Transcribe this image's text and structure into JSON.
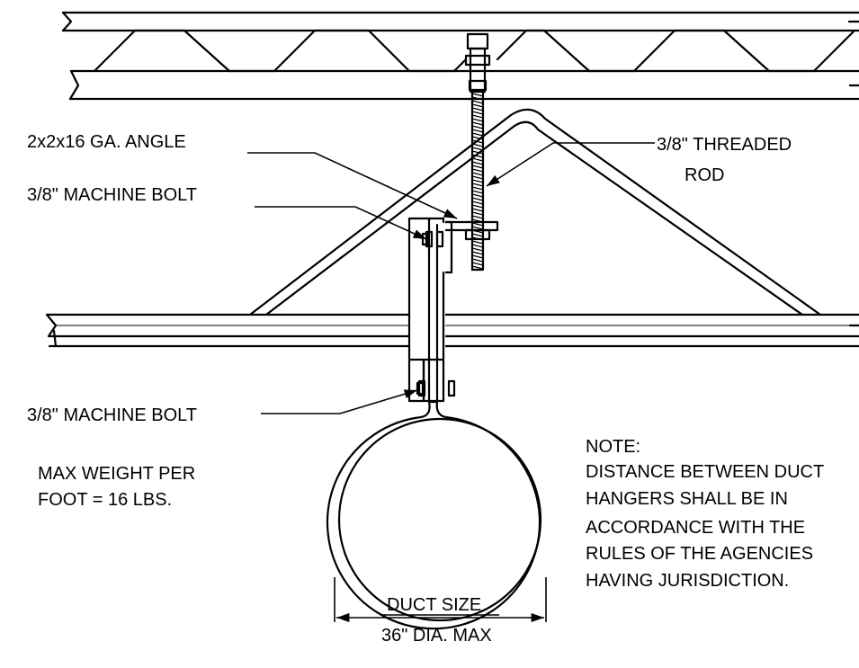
{
  "labels": {
    "angle": "2x2x16 GA. ANGLE",
    "bolt_top": "3/8\" MACHINE BOLT",
    "bolt_bottom": "3/8\" MACHINE BOLT",
    "rod_line1": "3/8\" THREADED",
    "rod_line2": "ROD",
    "weight_line1": "MAX WEIGHT PER",
    "weight_line2": "FOOT = 16 LBS.",
    "note_title": "NOTE:",
    "note_line1": "DISTANCE BETWEEN DUCT",
    "note_line2": "HANGERS SHALL BE IN",
    "note_line3": "ACCORDANCE WITH THE",
    "note_line4": "RULES OF THE AGENCIES",
    "note_line5": "HAVING JURISDICTION.",
    "duct_size": "DUCT SIZE",
    "duct_dia": "36\" DIA. MAX"
  },
  "colors": {
    "line": "#000000",
    "background": "#ffffff"
  }
}
